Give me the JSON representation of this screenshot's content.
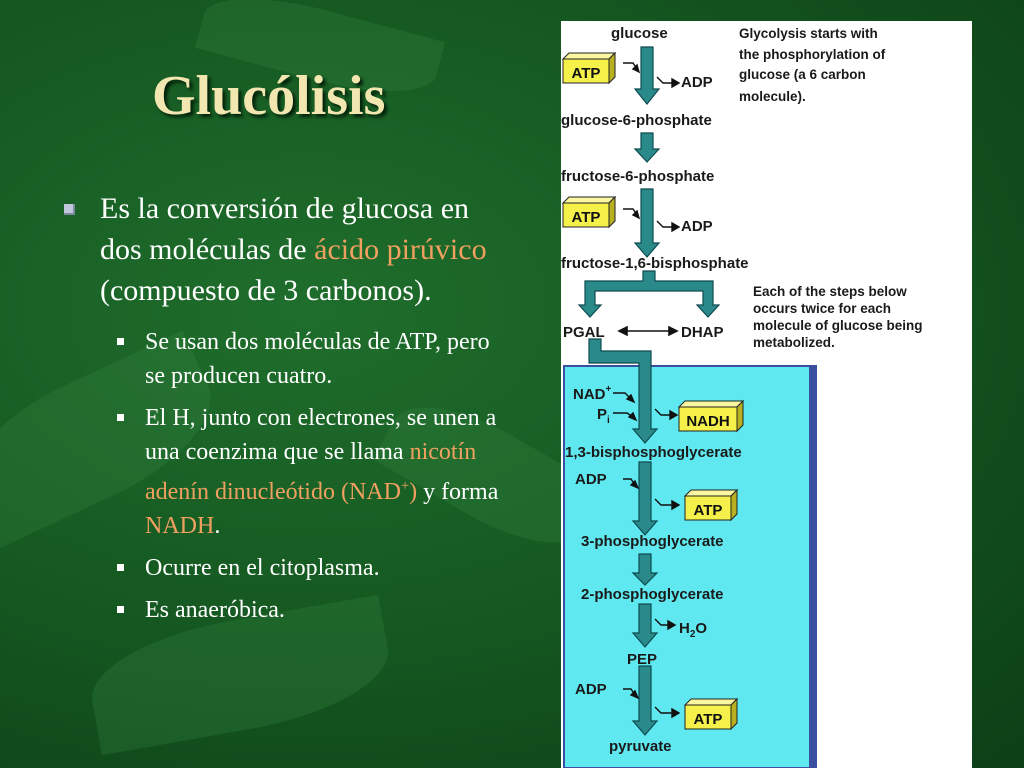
{
  "slide": {
    "title": "Glucólisis",
    "bullets": {
      "main": {
        "part1": "Es la conversión de glucosa en dos moléculas de ",
        "highlight": "ácido pirúvico",
        "part2": " (compuesto de 3 carbonos)."
      },
      "sub": [
        {
          "text": "Se usan dos moléculas de ATP, pero se producen cuatro."
        },
        {
          "part1": "El H, junto con electrones, se unen a una coenzima que se llama ",
          "highlight": "nicotín adenín dinucleótido (NAD",
          "highlight_sup": "+",
          "highlight_end": ")",
          "part2": " y forma ",
          "highlight2": "NADH",
          "part3": "."
        },
        {
          "text": "Ocurre en el citoplasma."
        },
        {
          "text": "Es anaeróbica."
        }
      ]
    }
  },
  "diagram": {
    "colors": {
      "arrow": "#2a8a8a",
      "arrow_edge": "#0e4b50",
      "box": "#f5f04a",
      "cyan_panel": "#5fe8f0",
      "panel_edge": "#3b4fa0"
    },
    "labels": {
      "glucose": "glucose",
      "g6p": "glucose-6-phosphate",
      "f6p": "fructose-6-phosphate",
      "f16bp": "fructose-1,6-bisphosphate",
      "pgal": "PGAL",
      "dhap": "DHAP",
      "nad": "NAD",
      "nad_sup": "+",
      "pi": "P",
      "pi_sub": "i",
      "bpg": "1,3-bisphosphoglycerate",
      "pg3": "3-phosphoglycerate",
      "pg2": "2-phosphoglycerate",
      "h": "H",
      "h_sub": "2",
      "o": "O",
      "pep": "PEP",
      "pyruvate": "pyruvate",
      "atp": "ATP",
      "adp": "ADP",
      "nadh": "NADH"
    },
    "notes": {
      "top": [
        "Glycolysis starts with",
        "the phosphorylation of",
        "glucose (a 6 carbon",
        "molecule)."
      ],
      "middle": [
        "Each of the steps below",
        "occurs twice for each",
        "molecule of glucose being",
        "metabolized."
      ]
    }
  }
}
